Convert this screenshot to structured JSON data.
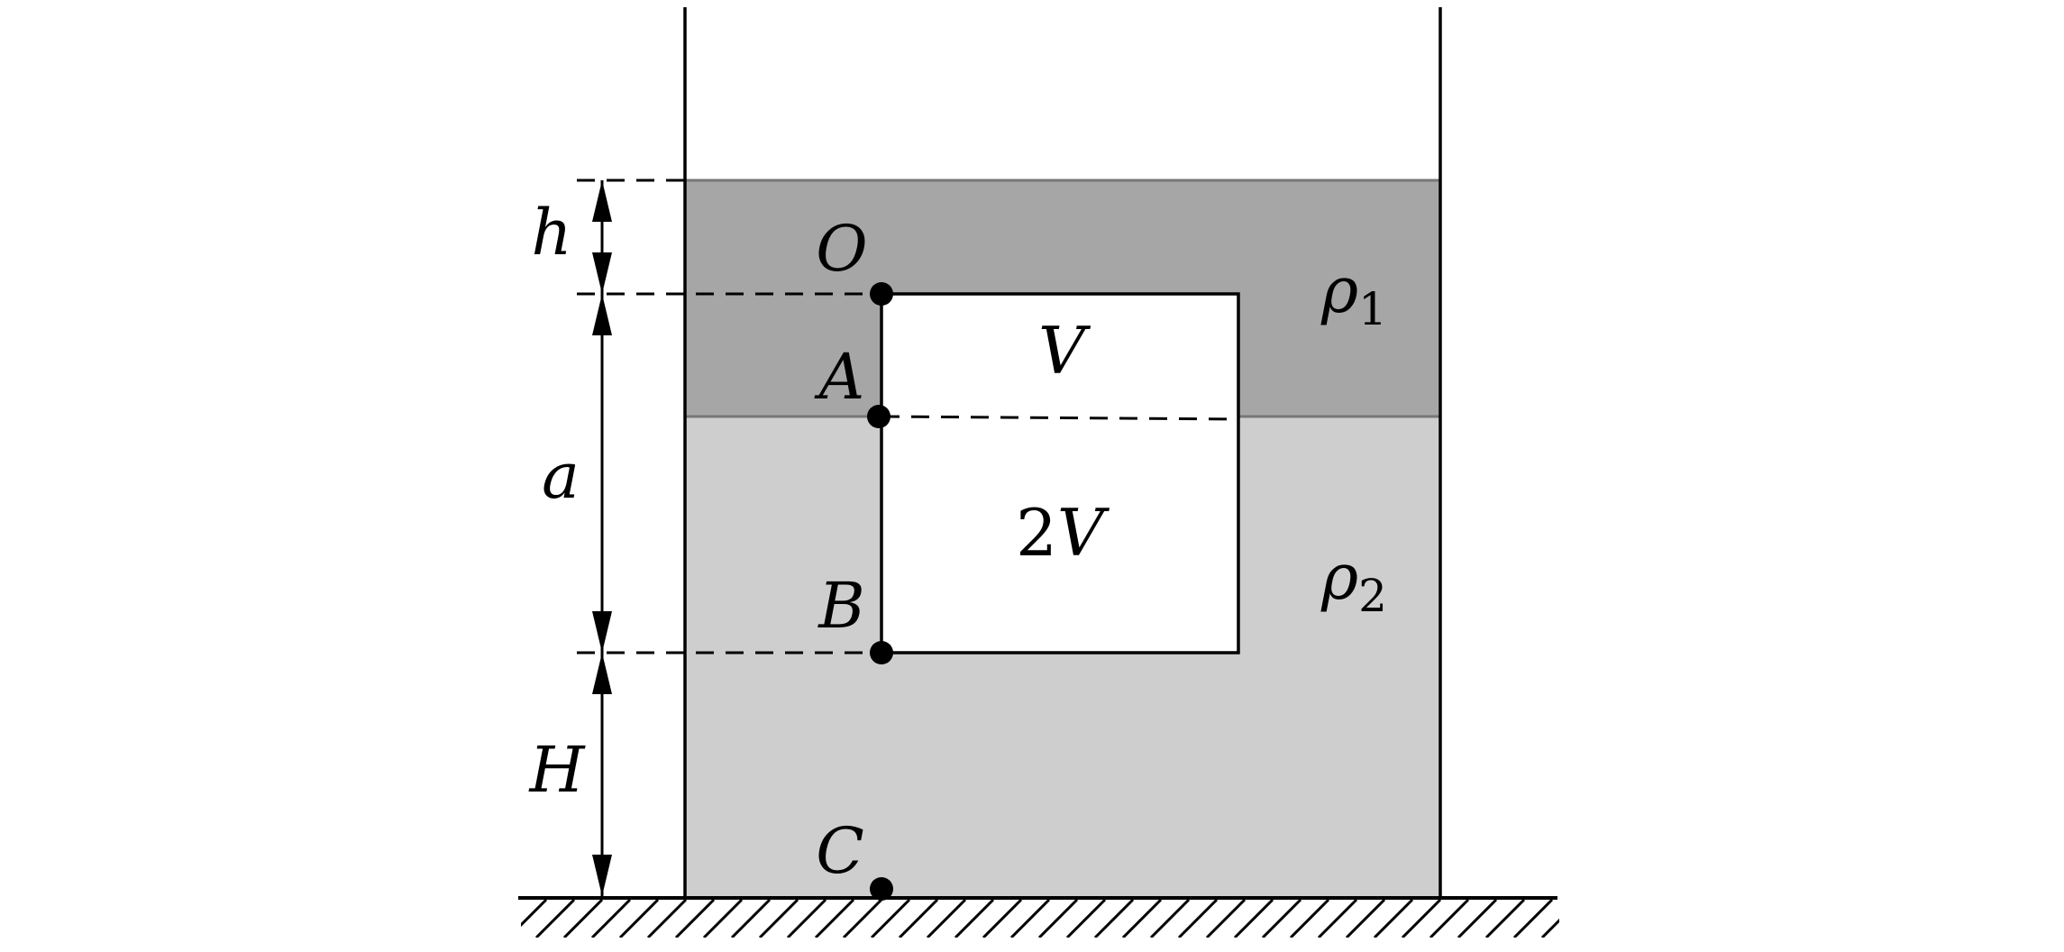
{
  "labels": {
    "h": "h",
    "a": "a",
    "H": "H",
    "O": "O",
    "A": "A",
    "B": "B",
    "C": "C",
    "V": "V",
    "two_v_coef": "2",
    "two_v_var": "V",
    "rho1": "ρ",
    "rho1_sub": "1",
    "rho2": "ρ",
    "rho2_sub": "2"
  },
  "colors": {
    "liquid_top": "#a6a6a6",
    "liquid_bottom": "#cecece",
    "body": "#ffffff",
    "line": "#000000"
  }
}
